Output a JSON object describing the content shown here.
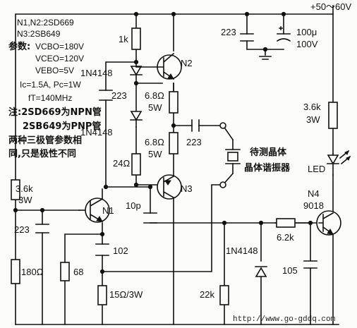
{
  "supply": "+50～60V",
  "params": {
    "line1": "N1,N2:2SD669",
    "line2": "N3:2SB649",
    "line3_head": "参数:",
    "line3_val": "VCBO=180V",
    "line4": "VCEO=120V",
    "line5": "VEBO=5V",
    "line6": "Ic=1.5A, Pc=1W",
    "line7": "fT=140MHz",
    "note1": "注:2SD669为NPN管",
    "note2": "2SB649为PNP管",
    "note3": "两种三极管参数相",
    "note4": "同,只是极性不同"
  },
  "components": {
    "r_1k": "1k",
    "d1": "1N4148",
    "c_223_mid": "223",
    "d2": "1N4148",
    "r_68_a": "6.8Ω",
    "r_68_a_p": "5W",
    "r_68_b": "6.8Ω",
    "r_68_b_p": "5W",
    "r_24": "24Ω",
    "c_top": "223",
    "c_100u": "100μ",
    "c_100u_v": "100V",
    "c_out": "223",
    "r_36_right": "3.6k",
    "r_36_right_p": "3W",
    "led": "LED",
    "n4": "N4",
    "n4_type": "9018",
    "n2": "N2",
    "n3": "N3",
    "n1": "N1",
    "r_36_left": "3.6k",
    "r_36_left_p": "3W",
    "c_223_left": "223",
    "c_10p": "10p",
    "c_102": "102",
    "r_180": "180Ω",
    "r_68": "68",
    "r_150": "15Ω/3W",
    "r_22k": "22k",
    "d3": "1N4148",
    "r_62k": "6.2k",
    "c_105": "105",
    "dut1": "待测晶体",
    "dut2": "晶体谐振器"
  },
  "watermark": "http://www.go-gddq.com"
}
